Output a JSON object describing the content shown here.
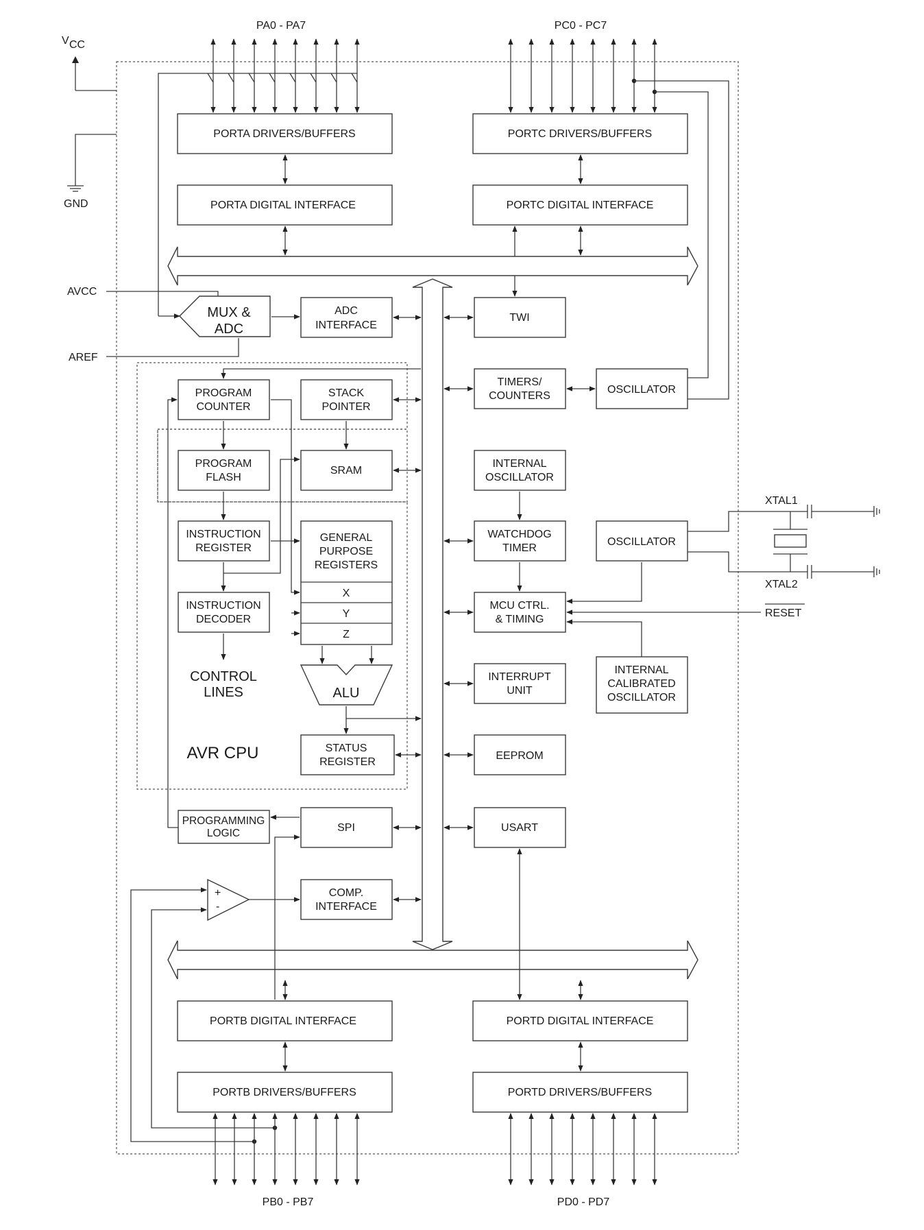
{
  "pins": {
    "porta": "PA0 - PA7",
    "portc": "PC0 - PC7",
    "portb": "PB0 - PB7",
    "portd": "PD0 - PD7",
    "vcc_main": "V",
    "vcc_sub": "CC",
    "gnd": "GND",
    "avcc": "AVCC",
    "aref": "AREF",
    "xtal1": "XTAL1",
    "xtal2": "XTAL2",
    "reset": "RESET"
  },
  "blocks": {
    "porta_drivers": "PORTA DRIVERS/BUFFERS",
    "porta_interface": "PORTA DIGITAL INTERFACE",
    "portc_drivers": "PORTC DRIVERS/BUFFERS",
    "portc_interface": "PORTC DIGITAL INTERFACE",
    "mux_adc": [
      "MUX &",
      "ADC"
    ],
    "adc_interface": [
      "ADC",
      "INTERFACE"
    ],
    "twi": "TWI",
    "program_counter": [
      "PROGRAM",
      "COUNTER"
    ],
    "stack_pointer": [
      "STACK",
      "POINTER"
    ],
    "timers_counters": [
      "TIMERS/",
      "COUNTERS"
    ],
    "oscillator_top": "OSCILLATOR",
    "program_flash": [
      "PROGRAM",
      "FLASH"
    ],
    "sram": "SRAM",
    "internal_oscillator": [
      "INTERNAL",
      "OSCILLATOR"
    ],
    "instruction_register": [
      "INSTRUCTION",
      "REGISTER"
    ],
    "gp_registers": [
      "GENERAL",
      "PURPOSE",
      "REGISTERS"
    ],
    "reg_x": "X",
    "reg_y": "Y",
    "reg_z": "Z",
    "watchdog_timer": [
      "WATCHDOG",
      "TIMER"
    ],
    "oscillator_xtal": "OSCILLATOR",
    "instruction_decoder": [
      "INSTRUCTION",
      "DECODER"
    ],
    "mcu_ctrl": [
      "MCU CTRL.",
      "& TIMING"
    ],
    "control_lines": [
      "CONTROL",
      "LINES"
    ],
    "alu": "ALU",
    "interrupt_unit": [
      "INTERRUPT",
      "UNIT"
    ],
    "internal_calibrated_oscillator": [
      "INTERNAL",
      "CALIBRATED",
      "OSCILLATOR"
    ],
    "avr_cpu": "AVR CPU",
    "status_register": [
      "STATUS",
      "REGISTER"
    ],
    "eeprom": "EEPROM",
    "programming_logic": [
      "PROGRAMMING",
      "LOGIC"
    ],
    "spi": "SPI",
    "usart": "USART",
    "comparator_plus": "+",
    "comparator_minus": "-",
    "comp_interface": [
      "COMP.",
      "INTERFACE"
    ],
    "portb_interface": "PORTB DIGITAL INTERFACE",
    "portd_interface": "PORTD DIGITAL INTERFACE",
    "portb_drivers": "PORTB DRIVERS/BUFFERS",
    "portd_drivers": "PORTD DRIVERS/BUFFERS"
  }
}
